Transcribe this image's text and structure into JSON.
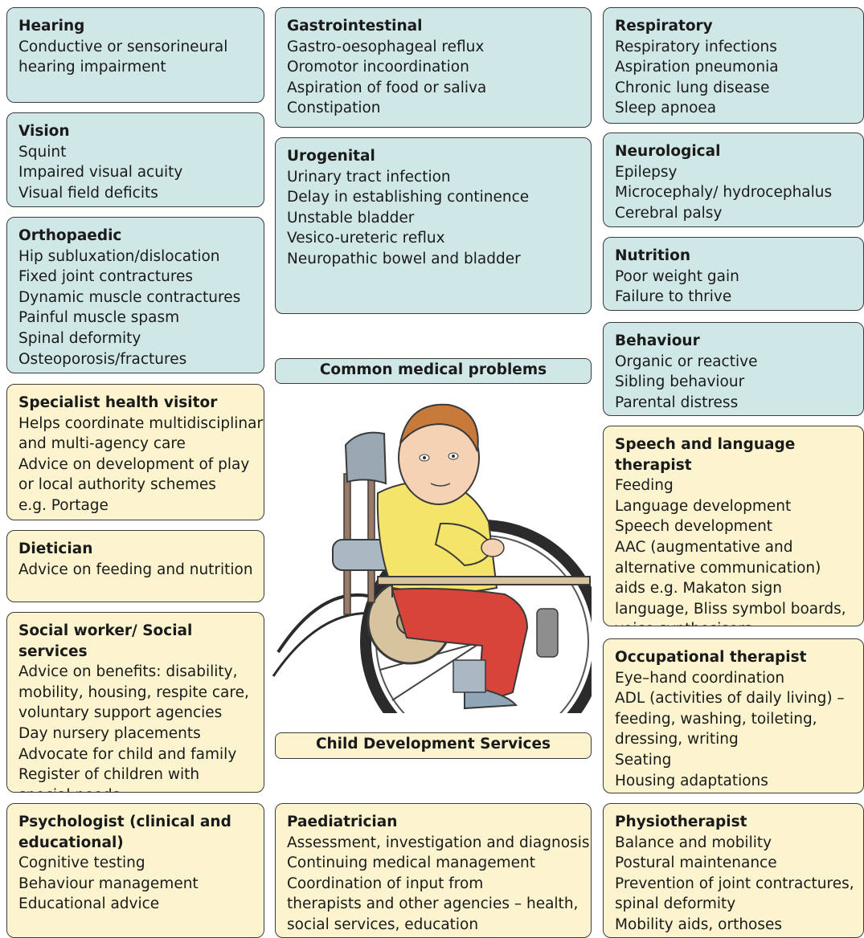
{
  "medical_problems": {
    "hearing": {
      "title": "Hearing",
      "items": [
        "Conductive or sensorineural",
        "hearing impairment"
      ]
    },
    "vision": {
      "title": "Vision",
      "items": [
        "Squint",
        "Impaired visual acuity",
        "Visual field deficits"
      ]
    },
    "orthopaedic": {
      "title": "Orthopaedic",
      "items": [
        "Hip subluxation/dislocation",
        "Fixed joint contractures",
        "Dynamic muscle contractures",
        "Painful muscle spasm",
        "Spinal deformity",
        "Osteoporosis/fractures"
      ]
    },
    "gastrointestinal": {
      "title": "Gastrointestinal",
      "items": [
        "Gastro-oesophageal reflux",
        "Oromotor incoordination",
        "Aspiration of food or saliva",
        "Constipation"
      ]
    },
    "urogenital": {
      "title": "Urogenital",
      "items": [
        "Urinary tract infection",
        "Delay in establishing continence",
        "Unstable bladder",
        "Vesico-ureteric reflux",
        "Neuropathic bowel and bladder"
      ]
    },
    "respiratory": {
      "title": "Respiratory",
      "items": [
        "Respiratory infections",
        "Aspiration pneumonia",
        "Chronic lung disease",
        "Sleep apnoea"
      ]
    },
    "neurological": {
      "title": "Neurological",
      "items": [
        "Epilepsy",
        "Microcephaly/ hydrocephalus",
        "Cerebral palsy"
      ]
    },
    "nutrition": {
      "title": "Nutrition",
      "items": [
        "Poor weight gain",
        "Failure to thrive"
      ]
    },
    "behaviour": {
      "title": "Behaviour",
      "items": [
        "Organic or reactive",
        "Sibling behaviour",
        "Parental distress"
      ]
    }
  },
  "banners": {
    "common_medical": "Common medical problems",
    "child_development": "Child Development Services"
  },
  "services": {
    "health_visitor": {
      "title": "Specialist health visitor",
      "items": [
        "Helps coordinate multidisciplinary",
        "and multi-agency care",
        "Advice on development of play",
        "or local authority schemes",
        "e.g. Portage"
      ]
    },
    "dietician": {
      "title": "Dietician",
      "items": [
        "Advice on feeding and nutrition"
      ]
    },
    "social_worker": {
      "title": "Social worker/ Social services",
      "items": [
        "Advice on benefits: disability,",
        "mobility, housing, respite care,",
        "voluntary support agencies",
        "Day nursery placements",
        "Advocate for child and family",
        "Register of children with",
        "special needs"
      ]
    },
    "psychologist": {
      "title_lines": [
        "Psychologist (clinical and",
        "educational)"
      ],
      "items": [
        "Cognitive testing",
        "Behaviour management",
        "Educational advice"
      ]
    },
    "paediatrician": {
      "title": "Paediatrician",
      "items": [
        "Assessment, investigation and diagnosis",
        "Continuing medical management",
        "Coordination of input from",
        "therapists and other agencies – health,",
        "social services, education"
      ]
    },
    "speech_therapist": {
      "title": "Speech and language therapist",
      "items": [
        "Feeding",
        "Language development",
        "Speech development",
        "AAC (augmentative and",
        "alternative communication)",
        "aids e.g. Makaton sign",
        "language, Bliss symbol boards,",
        "voice synthesisers"
      ]
    },
    "occupational_therapist": {
      "title": "Occupational therapist",
      "items": [
        "Eye–hand coordination",
        "ADL (activities of daily living) –",
        "feeding, washing, toileting,",
        "dressing, writing",
        "Seating",
        "Housing adaptations"
      ]
    },
    "physiotherapist": {
      "title": "Physiotherapist",
      "items": [
        "Balance and mobility",
        "Postural maintenance",
        "Prevention of joint contractures,",
        "spinal deformity",
        "Mobility aids, orthoses"
      ]
    }
  },
  "colors": {
    "medical_fill": "#cfe7e6",
    "service_fill": "#fbf4cf",
    "border": "#3a3a3a"
  },
  "illustration": {
    "subject": "child-in-wheelchair-illustration"
  }
}
